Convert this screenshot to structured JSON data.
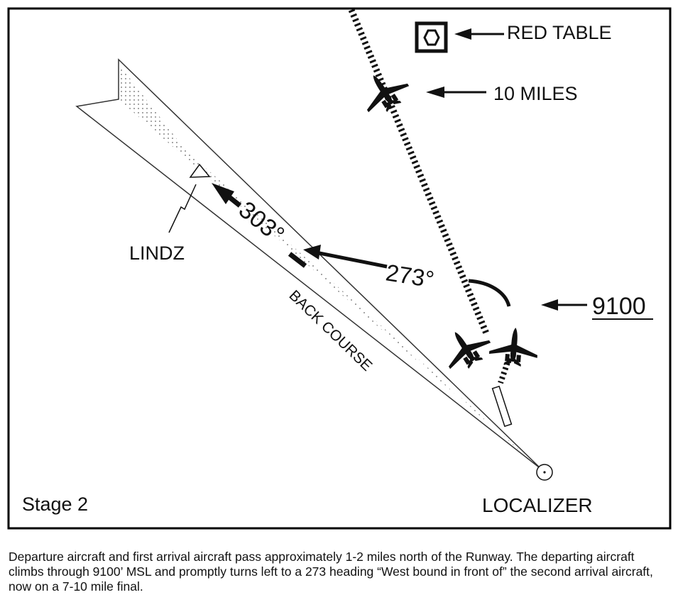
{
  "diagram": {
    "stage_label": "Stage 2",
    "red_table_label": "RED TABLE",
    "ten_miles_label": "10 MILES",
    "altitude_label": "9100",
    "lindz_label": "LINDZ",
    "heading_303": "303°",
    "heading_273": "273°",
    "back_course_label": "BACK COURSE",
    "localizer_label": "LOCALIZER"
  },
  "caption": {
    "text": "Departure aircraft and first arrival aircraft pass approximately 1-2 miles north of the Runway. The departing aircraft climbs through 9100’ MSL and promptly turns left to a 273 heading “West bound in front of” the second arrival aircraft, now on a 7-10 mile final."
  }
}
